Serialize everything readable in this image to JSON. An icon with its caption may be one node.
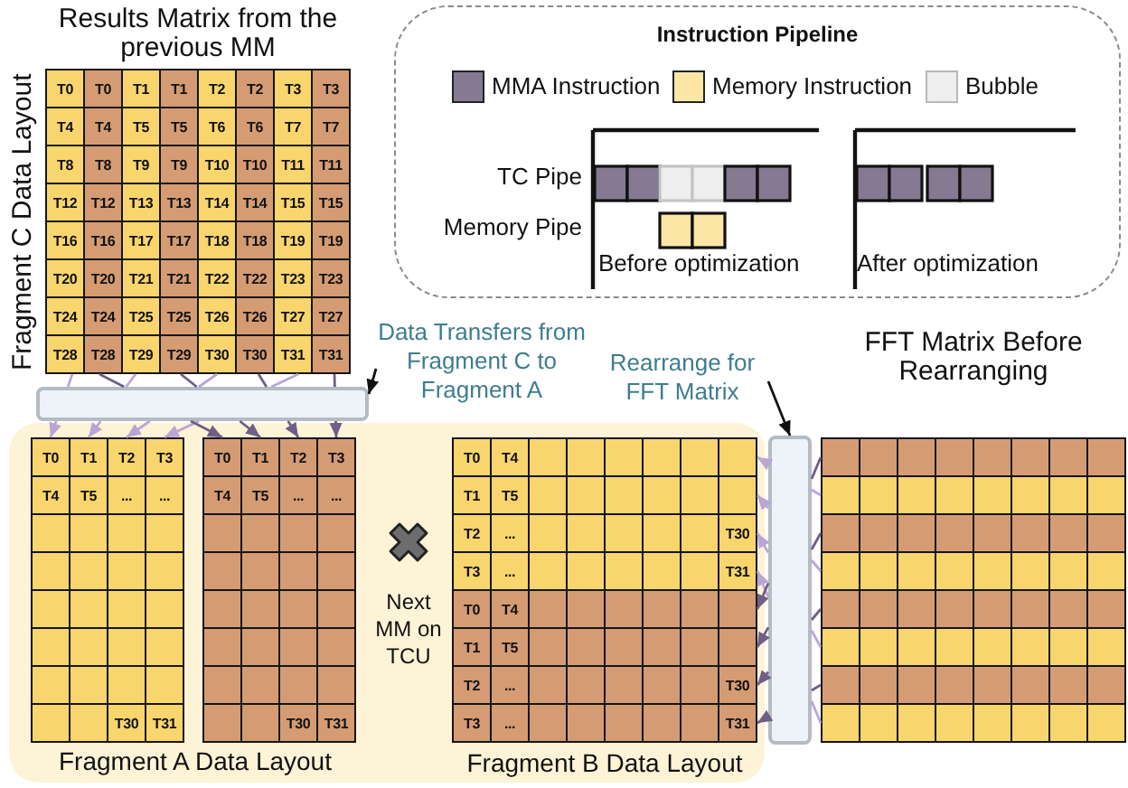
{
  "diagram": {
    "nodes": [
      {
        "text": [
          "Results Matrix from the previous MM",
          "T0",
          "T0",
          "T1",
          "T1",
          "T2",
          "T2",
          "T3",
          "T3",
          "T4",
          "T4",
          "T5",
          "T5",
          "T6",
          "T6",
          "T7",
          "T7",
          "T8",
          "T8",
          "T9",
          "T9",
          "T10",
          "T10",
          "T11",
          "T11",
          "T12",
          "T12",
          "T13",
          "T13",
          "T14",
          "T14",
          "T15",
          "T15",
          "T16",
          "T16",
          "T17",
          "T17",
          "T18",
          "T18",
          "T19",
          "T19",
          "T20",
          "T20",
          "T21",
          "T21",
          "T22",
          "T22",
          "T23",
          "T23",
          "T24",
          "T24",
          "T25",
          "T25",
          "T26",
          "T26",
          "T27",
          "T27",
          "T28",
          "T28",
          "T29",
          "T29",
          "T30",
          "T30",
          "T31",
          "T31"
        ],
        "beside": [
          "Fragment C Data Layout"
        ]
      },
      {
        "text": [
          "Instruction Pipeline"
        ]
      },
      {
        "text": [
          "Data Transfers from Fragment C to Fragment A"
        ]
      },
      {
        "text": [],
        "shape": "bar"
      },
      {
        "text": [],
        "shape": "box"
      },
      {
        "text": [
          "T0",
          "T1",
          "T2",
          "T3",
          "T4",
          "T5",
          "...",
          "...",
          "T30",
          "T31"
        ],
        "in": 4
      },
      {
        "text": [
          "T0",
          "T1",
          "T2",
          "T3",
          "T4",
          "T5",
          "...",
          "...",
          "T30",
          "T31"
        ],
        "in": 4
      },
      {
        "text": [
          "T0",
          "T4",
          "T1",
          "T5",
          "T2",
          "...",
          "T30",
          "T3",
          "...",
          "T31",
          "T0",
          "T4",
          "T1",
          "T5",
          "T2",
          "...",
          "T30",
          "T3",
          "...",
          "T31"
        ],
        "beside": [
          "Fragment B Data Layout"
        ],
        "in": 4
      },
      {
        "text": [
          "Rearrange for FFT Matrix"
        ]
      },
      {
        "text": [],
        "shape": "bar"
      },
      {
        "text": [
          "FFT Matrix Before Rearranging"
        ]
      }
    ],
    "edges": [
      {
        "from": 0,
        "to": 3,
        "arrow": "none",
        "color": "#b9a6d6"
      },
      {
        "from": 0,
        "to": 3,
        "arrow": "none",
        "color": "#b9a6d6"
      },
      {
        "from": 0,
        "to": 3,
        "arrow": "none",
        "color": "#b9a6d6"
      },
      {
        "from": 0,
        "to": 3,
        "arrow": "none",
        "color": "#b9a6d6"
      },
      {
        "from": 0,
        "to": 3,
        "arrow": "none",
        "color": "#6f5f87"
      },
      {
        "from": 0,
        "to": 3,
        "arrow": "none",
        "color": "#6f5f87"
      },
      {
        "from": 0,
        "to": 3,
        "arrow": "none",
        "color": "#6f5f87"
      },
      {
        "from": 0,
        "to": 3,
        "arrow": "none",
        "color": "#6f5f87"
      },
      {
        "from": 3,
        "to": 5,
        "arrow": "to",
        "color": "#b9a6d6"
      },
      {
        "from": 3,
        "to": 5,
        "arrow": "to",
        "color": "#b9a6d6"
      },
      {
        "from": 3,
        "to": 5,
        "arrow": "to",
        "color": "#b9a6d6"
      },
      {
        "from": 3,
        "to": 5,
        "arrow": "to",
        "color": "#b9a6d6"
      },
      {
        "from": 3,
        "to": 6,
        "arrow": "to",
        "color": "#6f5f87"
      },
      {
        "from": 3,
        "to": 6,
        "arrow": "to",
        "color": "#6f5f87"
      },
      {
        "from": 3,
        "to": 6,
        "arrow": "to",
        "color": "#6f5f87"
      },
      {
        "from": 3,
        "to": 6,
        "arrow": "to",
        "color": "#6f5f87"
      },
      {
        "from": 2,
        "to": 3,
        "arrow": "to",
        "color": "#111111"
      },
      {
        "from": 8,
        "to": 9,
        "arrow": "to",
        "color": "#111111"
      },
      {
        "from": 10,
        "to": 9,
        "arrow": "none",
        "color": "#b9a6d6"
      },
      {
        "from": 10,
        "to": 9,
        "arrow": "none",
        "color": "#b9a6d6"
      },
      {
        "from": 10,
        "to": 9,
        "arrow": "none",
        "color": "#b9a6d6"
      },
      {
        "from": 10,
        "to": 9,
        "arrow": "none",
        "color": "#b9a6d6"
      },
      {
        "from": 10,
        "to": 9,
        "arrow": "none",
        "color": "#6f5f87"
      },
      {
        "from": 10,
        "to": 9,
        "arrow": "none",
        "color": "#6f5f87"
      },
      {
        "from": 10,
        "to": 9,
        "arrow": "none",
        "color": "#6f5f87"
      },
      {
        "from": 10,
        "to": 9,
        "arrow": "none",
        "color": "#6f5f87"
      },
      {
        "from": 9,
        "to": 7,
        "arrow": "to",
        "color": "#b9a6d6"
      },
      {
        "from": 9,
        "to": 7,
        "arrow": "to",
        "color": "#b9a6d6"
      },
      {
        "from": 9,
        "to": 7,
        "arrow": "to",
        "color": "#b9a6d6"
      },
      {
        "from": 9,
        "to": 7,
        "arrow": "to",
        "color": "#b9a6d6"
      },
      {
        "from": 9,
        "to": 7,
        "arrow": "to",
        "color": "#6f5f87"
      },
      {
        "from": 9,
        "to": 7,
        "arrow": "to",
        "color": "#6f5f87"
      },
      {
        "from": 9,
        "to": 7,
        "arrow": "to",
        "color": "#6f5f87"
      },
      {
        "from": 9,
        "to": 7,
        "arrow": "to",
        "color": "#6f5f87"
      }
    ],
    "labels": [
      "TC Pipe",
      "Memory Pipe",
      "Before optimization",
      "After optimization",
      "Next MM on TCU",
      "Fragment A Data Layout"
    ],
    "legend": [
      {
        "text": "MMA Instruction",
        "color": "#857a92"
      },
      {
        "text": "Memory Instruction",
        "color": "#fbe6a6"
      },
      {
        "text": "Bubble",
        "color": "#eeeeee"
      }
    ]
  }
}
